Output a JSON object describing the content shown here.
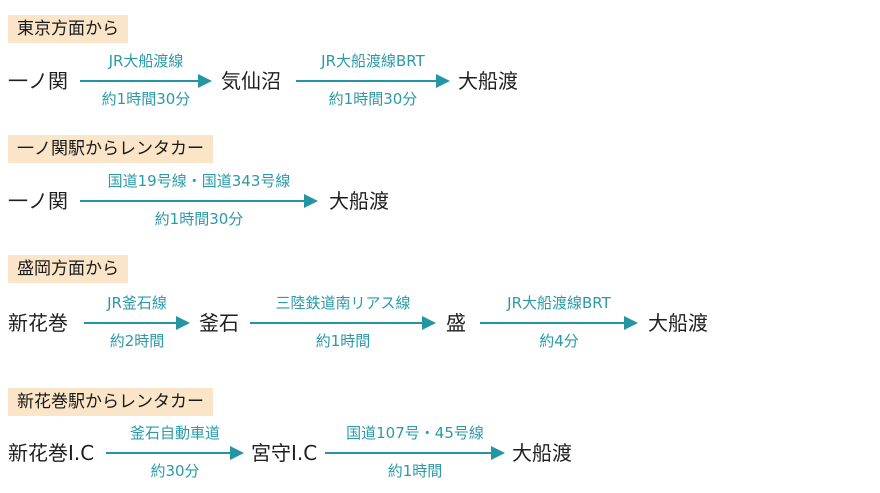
{
  "sections": [
    {
      "header": "東京方面から",
      "stations": [
        "一ノ関",
        "気仙沼",
        "大船渡"
      ],
      "legs": [
        {
          "line": "JR大船渡線",
          "time": "約1時間30分"
        },
        {
          "line": "JR大船渡線BRT",
          "time": "約1時間30分"
        }
      ]
    },
    {
      "header": "一ノ関駅からレンタカー",
      "stations": [
        "一ノ関",
        "大船渡"
      ],
      "legs": [
        {
          "line": "国道19号線・国道343号線",
          "time": "約1時間30分"
        }
      ]
    },
    {
      "header": "盛岡方面から",
      "stations": [
        "新花巻",
        "釜石",
        "盛",
        "大船渡"
      ],
      "legs": [
        {
          "line": "JR釜石線",
          "time": "約2時間"
        },
        {
          "line": "三陸鉄道南リアス線",
          "time": "約1時間"
        },
        {
          "line": "JR大船渡線BRT",
          "time": "約4分"
        }
      ]
    },
    {
      "header": "新花巻駅からレンタカー",
      "stations": [
        "新花巻I.C",
        "宮守I.C",
        "大船渡"
      ],
      "legs": [
        {
          "line": "釜石自動車道",
          "time": "約30分"
        },
        {
          "line": "国道107号・45号線",
          "time": "約1時間"
        }
      ]
    }
  ]
}
